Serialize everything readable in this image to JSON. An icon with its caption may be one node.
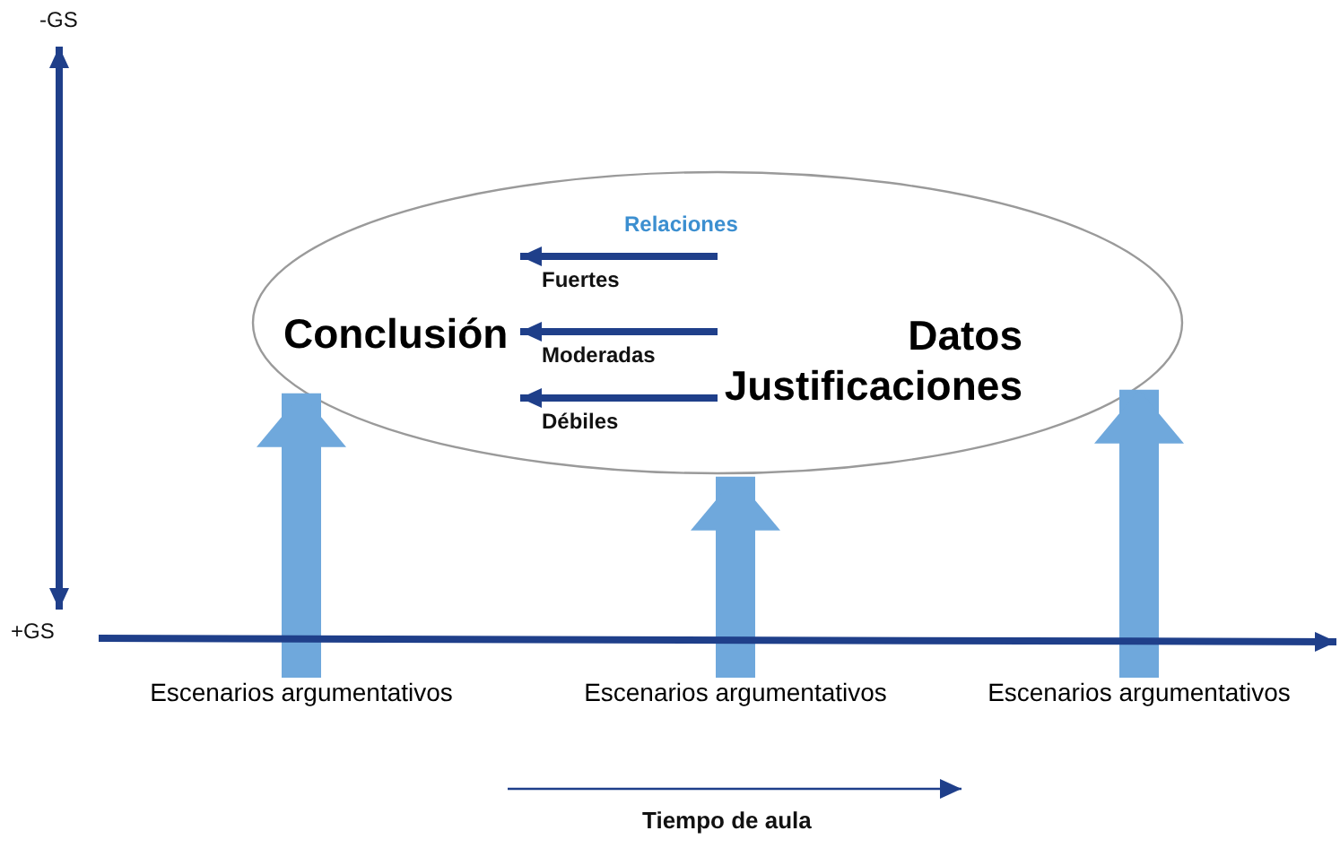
{
  "diagram": {
    "nodes": [
      {
        "text": [],
        "shape": "ellipse"
      },
      {
        "text": [
          "Conclusión"
        ],
        "in": 0
      },
      {
        "text": [
          "Datos Justificaciones"
        ],
        "in": 0
      },
      {
        "text": [
          "Escenarios argumentativos"
        ]
      },
      {
        "text": [
          "Escenarios argumentativos"
        ]
      },
      {
        "text": [
          "Escenarios argumentativos"
        ]
      }
    ],
    "edges": [
      {
        "from": 2,
        "to": 1,
        "arrow": "to",
        "label": "Fuertes"
      },
      {
        "from": 2,
        "to": 1,
        "arrow": "to",
        "label": "Moderadas"
      },
      {
        "from": 2,
        "to": 1,
        "arrow": "to",
        "label": "Débiles"
      },
      {
        "from": 3,
        "to": 0,
        "arrow": "to",
        "style": "thick",
        "color": "#6fa8dc"
      },
      {
        "from": 4,
        "to": 0,
        "arrow": "to",
        "style": "thick",
        "color": "#6fa8dc"
      },
      {
        "from": 5,
        "to": 0,
        "arrow": "to",
        "style": "thick",
        "color": "#6fa8dc"
      }
    ],
    "labels": [
      "-GS",
      "Relaciones",
      "+GS",
      "Tiempo de aula"
    ]
  }
}
